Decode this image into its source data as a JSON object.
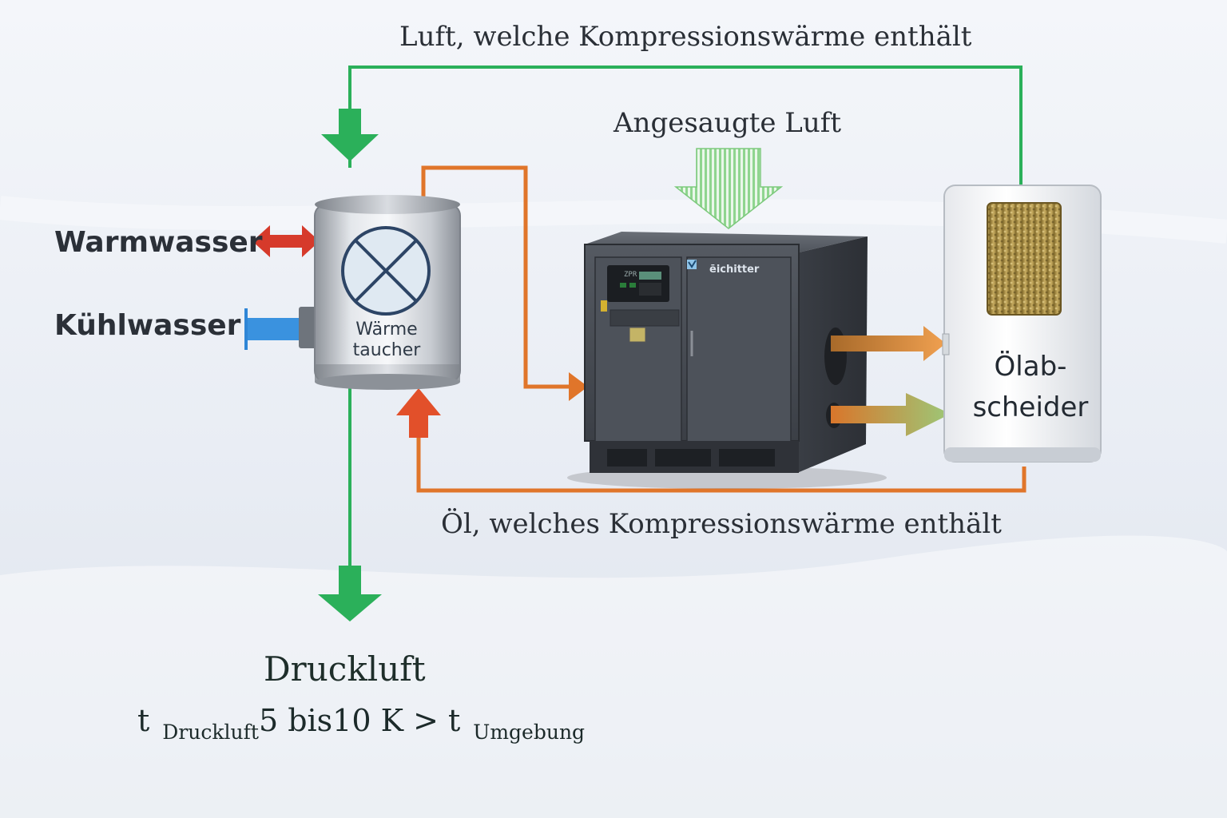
{
  "labels": {
    "air_with_heat": "Luft, welche Kompressionswärme enthält",
    "intake_air": "Angesaugte Luft",
    "oil_with_heat": "Öl, welches Kompressionswärme enthält",
    "warm_water": "Warmwasser",
    "cooling_water": "Kühlwasser",
    "heat_exchanger_line1": "Wärme",
    "heat_exchanger_line2": "taucher",
    "oil_separator_line1": "Ölab-",
    "oil_separator_line2": "scheider",
    "compressed_air": "Druckluft",
    "compressor_brand": "ēichitter",
    "compressor_display": "ZPR"
  },
  "formula": {
    "t1": "t",
    "sub1": "Druckluft",
    "relation": "5 bis10 K > t",
    "sub2": "Umgebung"
  },
  "colors": {
    "green_flow": "#2bb05a",
    "orange_oil": "#e0752a",
    "red_warm": "#d63a2b",
    "blue_cool": "#2f86d6",
    "light_green_intake": "#9ad79a",
    "compressor_body": "#4a4f57",
    "background": "#eef1f6"
  },
  "icons": {
    "heat_exchanger_symbol": "circle-x-icon",
    "separator_filter": "filter-element-icon"
  }
}
